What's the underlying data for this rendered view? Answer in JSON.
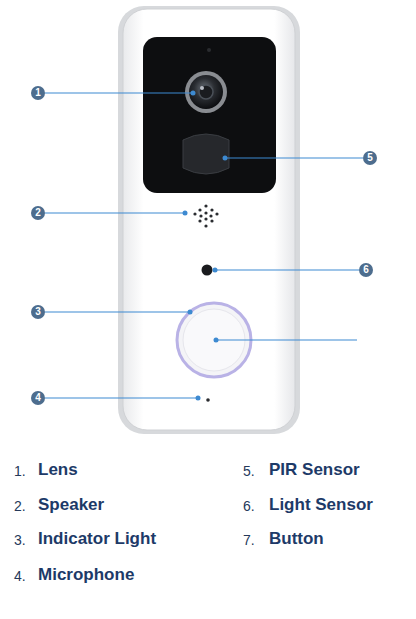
{
  "diagram": {
    "labels": [
      "1",
      "2",
      "3",
      "4",
      "5",
      "6",
      "1.",
      "Lens",
      "2.",
      "Speaker",
      "3.",
      "Indicator Light",
      "4.",
      "Microphone",
      "5.",
      "PIR Sensor",
      "6.",
      "Light Sensor",
      "7.",
      "Button"
    ]
  }
}
